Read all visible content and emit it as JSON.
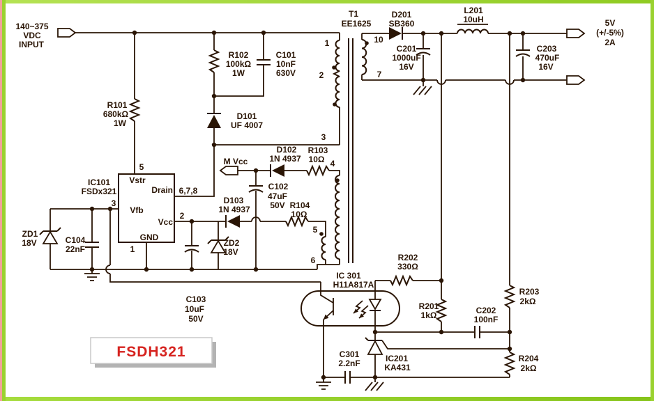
{
  "colors": {
    "line": "#2a1505",
    "accent_red": "#d6231f",
    "border_green": "#98d42e",
    "left_strip_pink": "#f2a29a"
  },
  "input": {
    "l1": "140~375",
    "l2": "VDC",
    "l3": "INPUT"
  },
  "r101": {
    "n": "R101",
    "v": "680kΩ",
    "p": "1W"
  },
  "r102": {
    "n": "R102",
    "v": "100kΩ",
    "p": "1W"
  },
  "c101": {
    "n": "C101",
    "v": "10nF",
    "volt": "630V"
  },
  "d101": {
    "n": "D101",
    "v": "UF 4007"
  },
  "ic101": {
    "n": "IC101",
    "part": "FSDx321",
    "vstr": "Vstr",
    "drain": "Drain",
    "vfb": "Vfb",
    "vcc": "Vcc",
    "gnd": "GND",
    "num_vstr": "5",
    "num_drain": "6,7,8",
    "num_vfb": "3",
    "num_vcc": "2",
    "num_gnd": "1"
  },
  "zd1": {
    "n": "ZD1",
    "v": "18V"
  },
  "c104": {
    "n": "C104",
    "v": "22nF"
  },
  "c103": {
    "n": "C103",
    "v": "10uF",
    "volt": "50V"
  },
  "zd2": {
    "n": "ZD2",
    "v": "18V"
  },
  "mvcc": {
    "label": "M Vcc"
  },
  "d102": {
    "n": "D102",
    "v": "1N 4937"
  },
  "r103": {
    "n": "R103",
    "v": "10Ω"
  },
  "c102": {
    "n": "C102",
    "v": "47uF",
    "volt": "50V"
  },
  "d103": {
    "n": "D103",
    "v": "1N 4937"
  },
  "r104": {
    "n": "R104",
    "v": "10Ω"
  },
  "t1": {
    "n": "T1",
    "part": "EE1625",
    "p1": "1",
    "p2": "2",
    "p3": "3",
    "p4": "4",
    "p5": "5",
    "p6": "6",
    "p7": "7",
    "p10": "10"
  },
  "d201": {
    "n": "D201",
    "v": "SB360"
  },
  "c201": {
    "n": "C201",
    "v": "1000uF",
    "volt": "16V"
  },
  "l201": {
    "n": "L201",
    "v": "10uH"
  },
  "c203": {
    "n": "C203",
    "v": "470uF",
    "volt": "16V"
  },
  "out": {
    "l1": "5V",
    "l2": "(+/-5%)",
    "l3": "2A"
  },
  "r202": {
    "n": "R202",
    "v": "330Ω"
  },
  "r201": {
    "n": "R201",
    "v": "1kΩ"
  },
  "c202": {
    "n": "C202",
    "v": "100nF"
  },
  "r203": {
    "n": "R203",
    "v": "2kΩ"
  },
  "r204": {
    "n": "R204",
    "v": "2kΩ"
  },
  "ic301": {
    "n": "IC 301",
    "part": "H11A817A"
  },
  "c301": {
    "n": "C301",
    "v": "2.2nF"
  },
  "ic201": {
    "n": "IC201",
    "part": "KA431"
  },
  "badge": {
    "label": "FSDH321"
  }
}
